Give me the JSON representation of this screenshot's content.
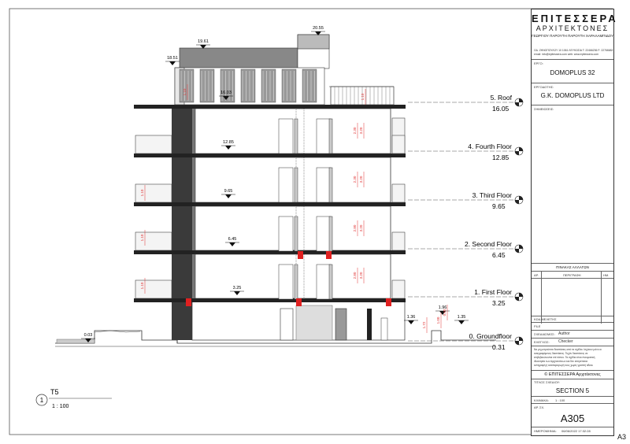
{
  "drawing": {
    "levels": [
      {
        "name": "5. Roof",
        "elevation": "16.05"
      },
      {
        "name": "4. Fourth Floor",
        "elevation": "12.85"
      },
      {
        "name": "3. Third Floor",
        "elevation": "9.65"
      },
      {
        "name": "2. Second Floor",
        "elevation": "6.45"
      },
      {
        "name": "1. First Floor",
        "elevation": "3.25"
      },
      {
        "name": "0. Groundfloor",
        "elevation": "0.31"
      }
    ],
    "spot_elevations": {
      "top": "19.61",
      "stair_top": "20.55",
      "parapet": "18.51",
      "roof_slab": "16.03",
      "fourth": "12.85",
      "third": "9.65",
      "second": "6.45",
      "first": "3.25",
      "ground_left": "0.03",
      "ground_mid": "1.36",
      "ground_r1": "1.96",
      "ground_r2": "1.35"
    },
    "dims": {
      "rail": "1.10",
      "h1": "2.30",
      "h2": "3.20",
      "h3": "2.80",
      "g1": "1.72",
      "g2": "1.00",
      "g3": "0.60"
    },
    "view_number": "1",
    "view_name": "T5",
    "view_scale": "1 : 100"
  },
  "titleblock": {
    "firm_name": "ΕΠΙΤΕΣΣΕΡΑ",
    "firm_sub": "ΑΡΧΙΤΕΚΤΟΝΕΣ",
    "firm_people": "ΓΕΩΡΓΙΟΥ ΠΑΡΟΥΤΗ ΠΑΡΟΥΤΗ ΧΑΡΑΛΑΜΠΙΔΟΥ",
    "firm_contact1": "ΟΔ. ΖΗΝΟΠΟΥΛΟΥ 10 1061 ΛΕΥΚΩΣΙΑ   Τ: 22466236   F: 22766682",
    "firm_contact2": "email: info@epitessera.com      web: www.epitessera.com",
    "project_label": "ΕΡΓΟ:",
    "project": "DOMOPLUS 32",
    "client_label": "ΕΡΓΟΔΟΤΗΣ:",
    "client": "G.K. DOMOPLUS LTD",
    "notes_label": "ΣΗΜΕΙΩΣΕΙΣ:",
    "revisions_title": "ΠΙΝΑΚΑΣ ΑΛΛΑΓΩΝ",
    "rev_col_no": "ΑΡ.",
    "rev_col_desc": "ΠΕΡΙΓΡΑΦΗ",
    "rev_col_date": "ΗΜ.",
    "study_label": "ΚΩΔ.ΜΕΛΕΤΗΣ",
    "file_label": "FILE",
    "designer_label": "ΣΧΕΔΙΑΣΜΟΣ:",
    "designer": "Author",
    "checker_label": "ΕΛΕΓΧΟΣ:",
    "checker": "Checker",
    "legal_1": "Να μη μετρούνται διαστάσεις από τα σχέδια. Ισχύουν μόνο οι",
    "legal_2": "αναγραφόμενες διαστάσεις. Τυχόν διαστάσεις να",
    "legal_3": "επιβεβαιώνονται επί τόπου. Τα σχέδια είναι πνευματική",
    "legal_4": "ιδιοκτησία των Αρχιτεκτόνων και δεν επιτρέπεται",
    "legal_5": "αντιγραφή ή αναπαραγωγή τους χωρίς γραπτή άδεια.",
    "copyright": "© ΕΠΙΤΕΣΣΕΡΑ Αρχιτέκτονες",
    "title_label": "ΤΙΤΛΟΣ ΣΧΕΔΙΟΥ:",
    "title": "SECTION 5",
    "scale_label": "ΚΛΙΜΑΚΑ:",
    "scale": "1 : 100",
    "drawing_no_label": "ΑΡ. ΣΧ.",
    "sheet_number": "A305",
    "date_label": "ΗΜΕΡΟΜΗΝΙΑ:",
    "date": "06/06/2022 17:32:28"
  },
  "sheet_size": "A3"
}
